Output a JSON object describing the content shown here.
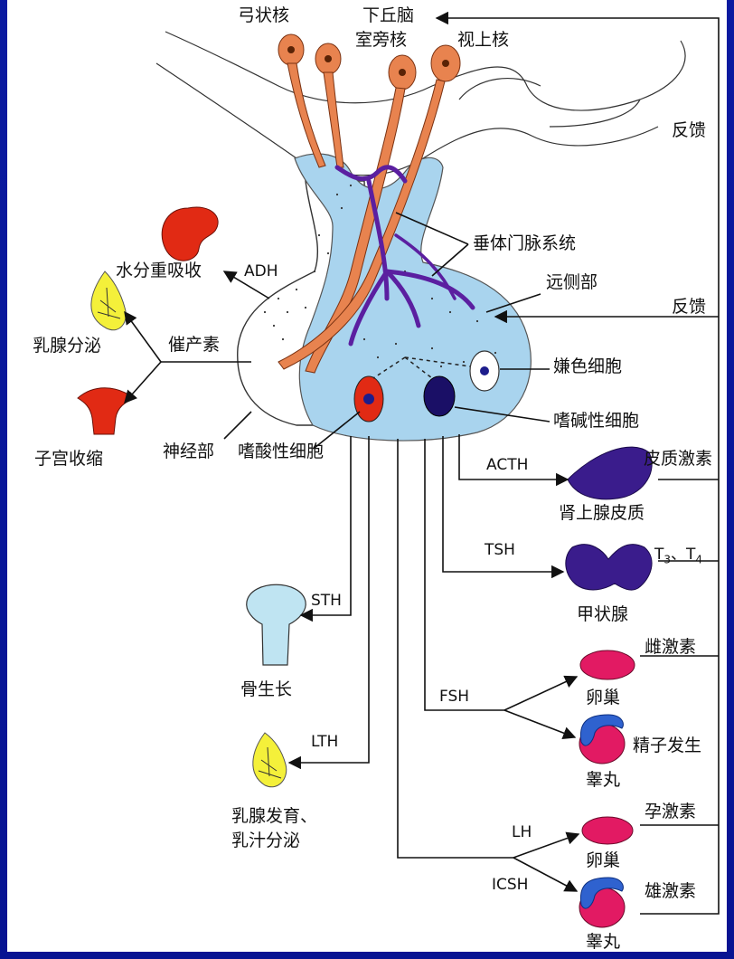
{
  "labels": {
    "arcuate_nucleus": "弓状核",
    "hypothalamus": "下丘脑",
    "paraventricular_nucleus": "室旁核",
    "supraoptic_nucleus": "视上核",
    "feedback_top": "反馈",
    "feedback_mid": "反馈",
    "portal_system": "垂体门脉系统",
    "distal_part": "远侧部",
    "chromophobe": "嫌色细胞",
    "basophil": "嗜碱性细胞",
    "acidophil": "嗜酸性细胞",
    "neural_part": "神经部",
    "water_reabsorption": "水分重吸收",
    "adh": "ADH",
    "milk_secretion": "乳腺分泌",
    "oxytocin": "催产素",
    "uterus_contraction": "子宫收缩",
    "acth": "ACTH",
    "cortical_hormone": "皮质激素",
    "adrenal_cortex": "肾上腺皮质",
    "tsh": "TSH",
    "t3": "T",
    "t3_sub": "3",
    "t_sep": "、T",
    "t4_sub": "4",
    "thyroid": "甲状腺",
    "sth": "STH",
    "bone_growth": "骨生长",
    "estrogen": "雌激素",
    "ovary_1": "卵巢",
    "fsh": "FSH",
    "spermatogenesis": "精子发生",
    "testis_1": "睾丸",
    "lth": "LTH",
    "mammary_dev_1": "乳腺发育、",
    "mammary_dev_2": "乳汁分泌",
    "progesterone": "孕激素",
    "lh": "LH",
    "ovary_2": "卵巢",
    "icsh": "ICSH",
    "androgen": "雄激素",
    "testis_2": "睾丸"
  },
  "colors": {
    "background": "#0a1aa0",
    "panel": "#ffffff",
    "adenohypophysis": "#a9d4ee",
    "neuron": "#e8834f",
    "portal_vein": "#5b1fa0",
    "kidney": "#e12a14",
    "mammary": "#f4f03a",
    "uterus": "#e12a14",
    "adrenal": "#3a1c8c",
    "thyroid": "#3a1c8c",
    "ovary": "#e21a63",
    "testis_cap": "#2f62cf",
    "bone": "#bfe4f2"
  }
}
